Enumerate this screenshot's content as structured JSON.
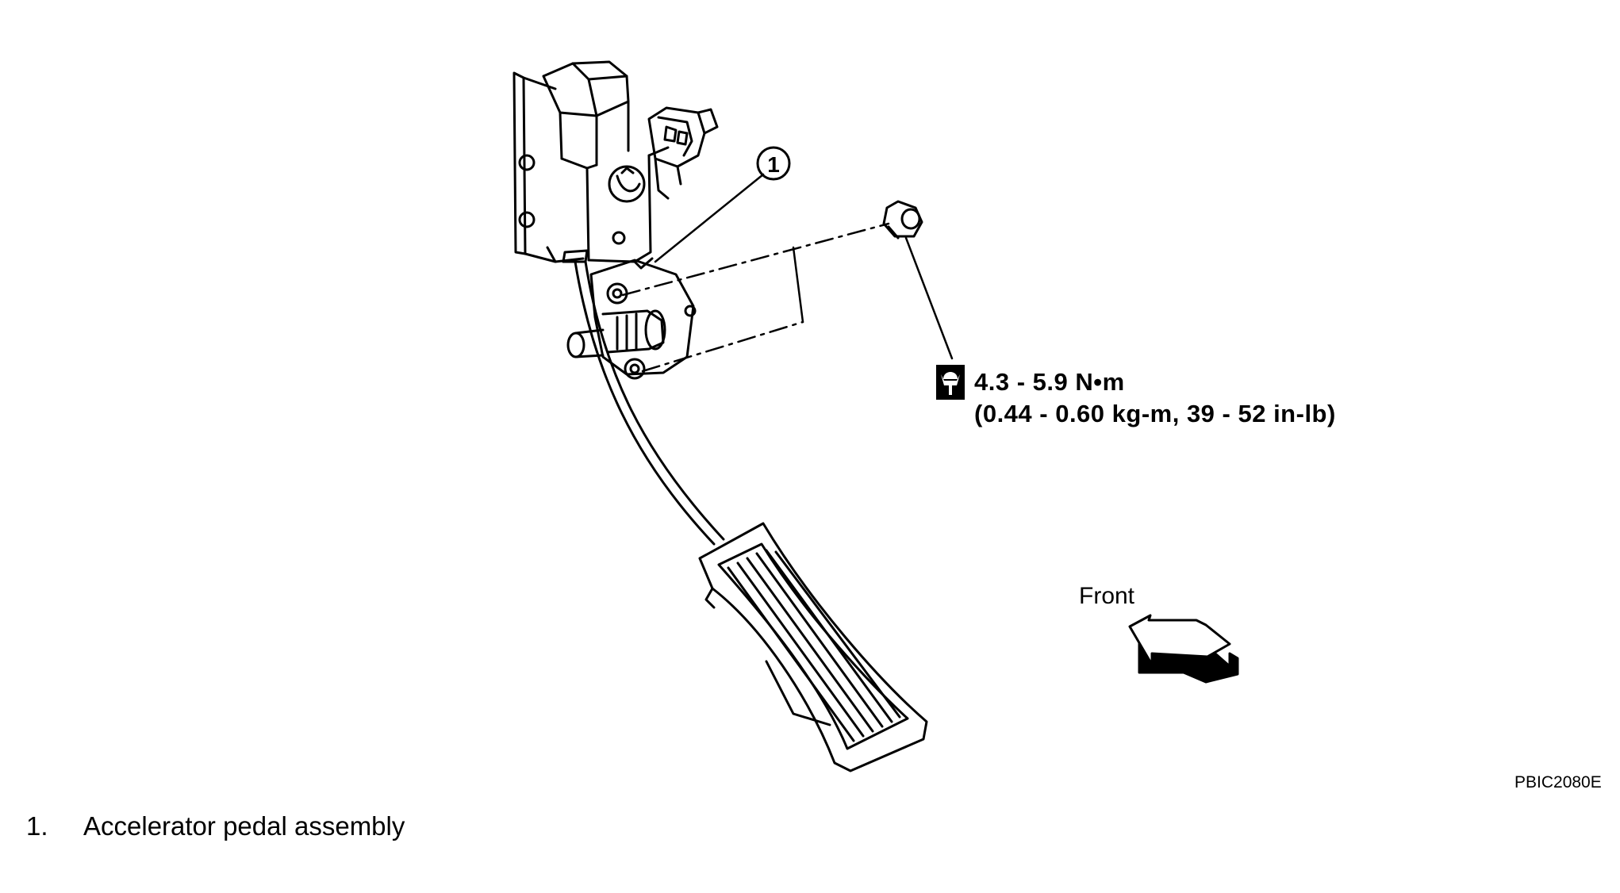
{
  "diagram": {
    "callout_number": "1",
    "torque_icon": "torque-wrench-icon",
    "torque": {
      "line1": "4.3 - 5.9 N•m",
      "line2": "(0.44 - 0.60 kg-m, 39 - 52 in-lb)"
    },
    "front_label": "Front",
    "figure_code": "PBIC2080E"
  },
  "legend": [
    {
      "number": "1.",
      "label": "Accelerator pedal assembly"
    }
  ]
}
